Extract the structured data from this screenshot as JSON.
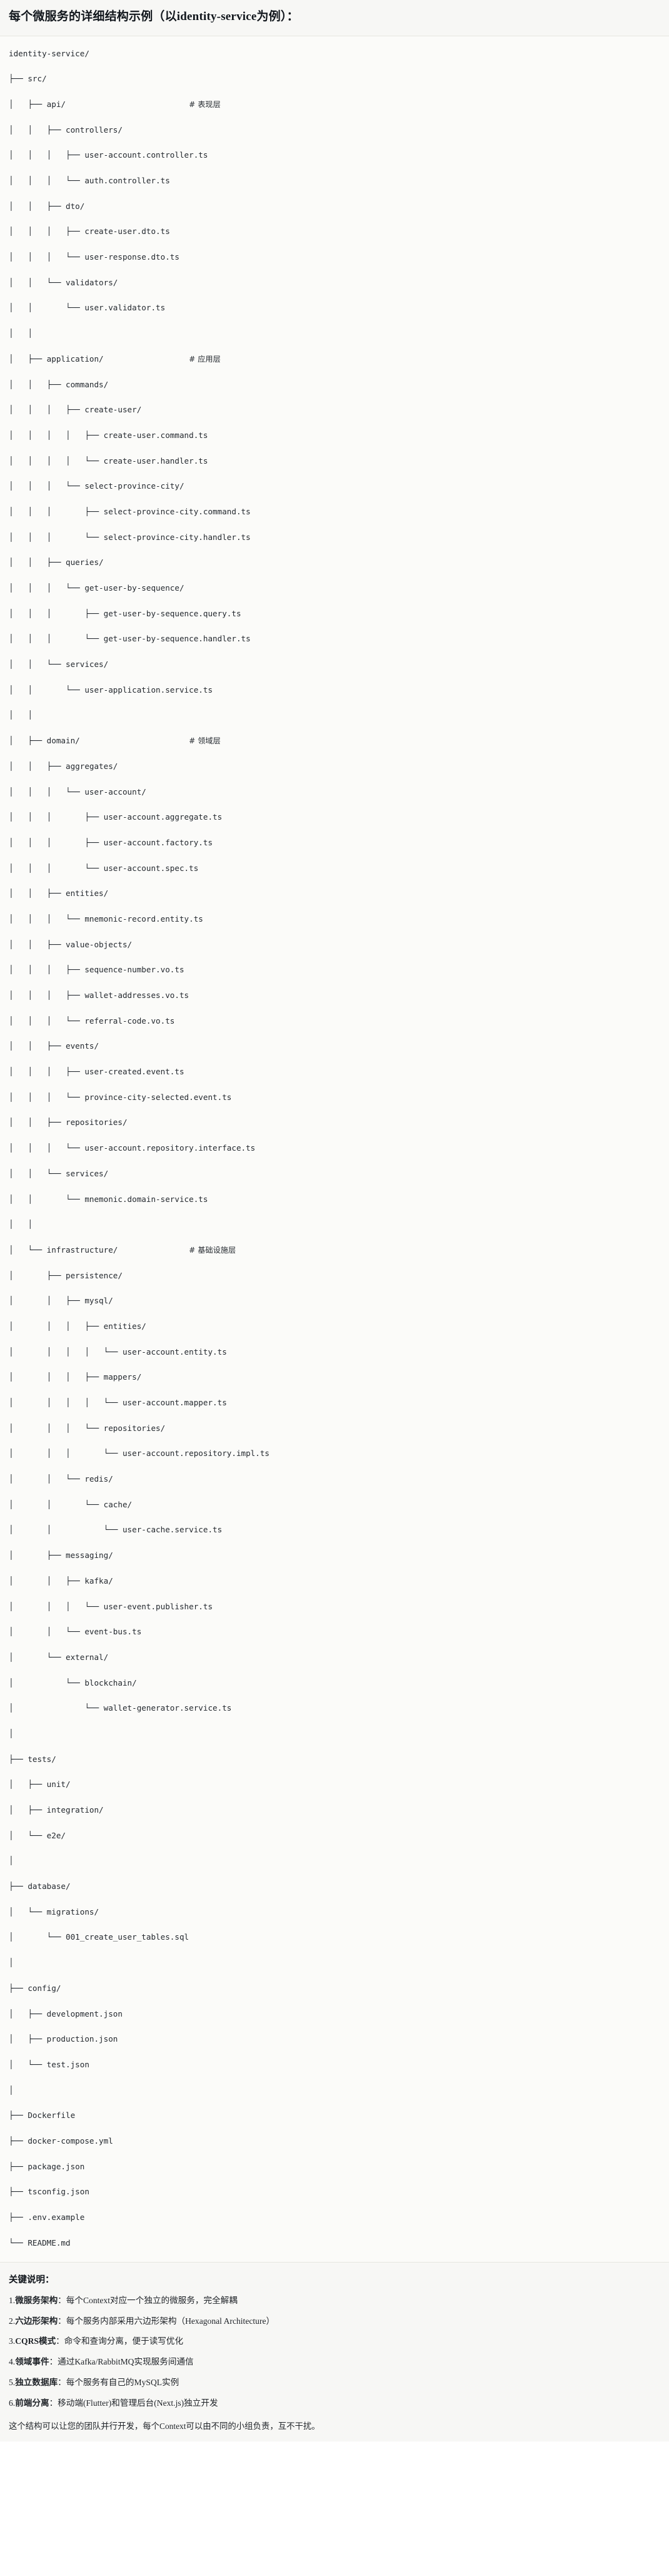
{
  "title": "每个微服务的详细结构示例（以identity-service为例）：",
  "tree": {
    "lines": [
      "identity-service/",
      "├── src/",
      "│   ├── api/                          # 表现层",
      "│   │   ├── controllers/",
      "│   │   │   ├── user-account.controller.ts",
      "│   │   │   └── auth.controller.ts",
      "│   │   ├── dto/",
      "│   │   │   ├── create-user.dto.ts",
      "│   │   │   └── user-response.dto.ts",
      "│   │   └── validators/",
      "│   │       └── user.validator.ts",
      "│   │",
      "│   ├── application/                  # 应用层",
      "│   │   ├── commands/",
      "│   │   │   ├── create-user/",
      "│   │   │   │   ├── create-user.command.ts",
      "│   │   │   │   └── create-user.handler.ts",
      "│   │   │   └── select-province-city/",
      "│   │   │       ├── select-province-city.command.ts",
      "│   │   │       └── select-province-city.handler.ts",
      "│   │   ├── queries/",
      "│   │   │   └── get-user-by-sequence/",
      "│   │   │       ├── get-user-by-sequence.query.ts",
      "│   │   │       └── get-user-by-sequence.handler.ts",
      "│   │   └── services/",
      "│   │       └── user-application.service.ts",
      "│   │",
      "│   ├── domain/                       # 领域层",
      "│   │   ├── aggregates/",
      "│   │   │   └── user-account/",
      "│   │   │       ├── user-account.aggregate.ts",
      "│   │   │       ├── user-account.factory.ts",
      "│   │   │       └── user-account.spec.ts",
      "│   │   ├── entities/",
      "│   │   │   └── mnemonic-record.entity.ts",
      "│   │   ├── value-objects/",
      "│   │   │   ├── sequence-number.vo.ts",
      "│   │   │   ├── wallet-addresses.vo.ts",
      "│   │   │   └── referral-code.vo.ts",
      "│   │   ├── events/",
      "│   │   │   ├── user-created.event.ts",
      "│   │   │   └── province-city-selected.event.ts",
      "│   │   ├── repositories/",
      "│   │   │   └── user-account.repository.interface.ts",
      "│   │   └── services/",
      "│   │       └── mnemonic.domain-service.ts",
      "│   │",
      "│   └── infrastructure/               # 基础设施层",
      "│       ├── persistence/",
      "│       │   ├── mysql/",
      "│       │   │   ├── entities/",
      "│       │   │   │   └── user-account.entity.ts",
      "│       │   │   ├── mappers/",
      "│       │   │   │   └── user-account.mapper.ts",
      "│       │   │   └── repositories/",
      "│       │   │       └── user-account.repository.impl.ts",
      "│       │   └── redis/",
      "│       │       └── cache/",
      "│       │           └── user-cache.service.ts",
      "│       ├── messaging/",
      "│       │   ├── kafka/",
      "│       │   │   └── user-event.publisher.ts",
      "│       │   └── event-bus.ts",
      "│       └── external/",
      "│           └── blockchain/",
      "│               └── wallet-generator.service.ts",
      "│",
      "├── tests/",
      "│   ├── unit/",
      "│   ├── integration/",
      "│   └── e2e/",
      "│",
      "├── database/",
      "│   └── migrations/",
      "│       └── 001_create_user_tables.sql",
      "│",
      "├── config/",
      "│   ├── development.json",
      "│   ├── production.json",
      "│   └── test.json",
      "│",
      "├── Dockerfile",
      "├── docker-compose.yml",
      "├── package.json",
      "├── tsconfig.json",
      "├── .env.example",
      "└── README.md"
    ],
    "layer_comments": [
      "# 表现层",
      "# 应用层",
      "# 领域层",
      "# 基础设施层"
    ]
  },
  "notes": {
    "heading": "关键说明：",
    "items": [
      {
        "index": "1.",
        "term": "微服务架构",
        "sep": "：",
        "desc": "每个Context对应一个独立的微服务，完全解耦"
      },
      {
        "index": "2.",
        "term": "六边形架构",
        "sep": "：",
        "desc": "每个服务内部采用六边形架构（Hexagonal Architecture）"
      },
      {
        "index": "3.",
        "term": "CQRS模式",
        "sep": "：",
        "desc": "命令和查询分离，便于读写优化"
      },
      {
        "index": "4.",
        "term": "领域事件",
        "sep": "：",
        "desc": "通过Kafka/RabbitMQ实现服务间通信"
      },
      {
        "index": "5.",
        "term": "独立数据库",
        "sep": "：",
        "desc": "每个服务有自己的MySQL实例"
      },
      {
        "index": "6.",
        "term": "前端分离",
        "sep": "：",
        "desc": "移动端(Flutter)和管理后台(Next.js)独立开发"
      }
    ],
    "footer": "这个结构可以让您的团队并行开发，每个Context可以由不同的小组负责，互不干扰。"
  },
  "colors": {
    "title_bg": "#f7f7f5",
    "tree_bg": "#fbfbf9",
    "notes_bg": "#f7f7f5",
    "text": "#1f2328",
    "border": "#e6e6e1"
  }
}
